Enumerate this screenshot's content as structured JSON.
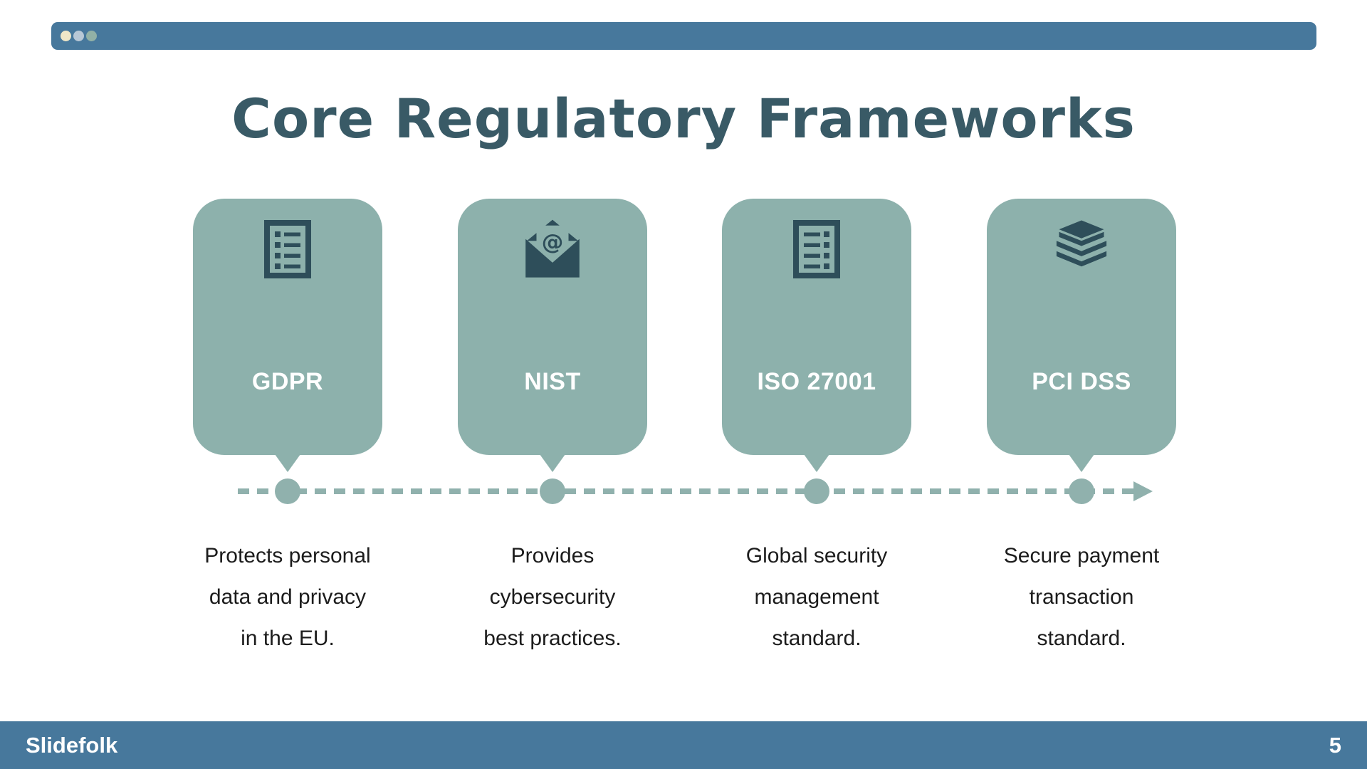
{
  "slide": {
    "title": "Core Regulatory Frameworks",
    "footer": {
      "brand": "Slidefolk",
      "page_number": "5"
    }
  },
  "browser_bar": {
    "dots": [
      "cream",
      "blue-grey",
      "sage"
    ]
  },
  "colors": {
    "steel_blue": "#47789C",
    "card_sage": "#8DB1AC",
    "timeline_sage": "#90B1AD",
    "icon_dark_teal": "#2E4E5A",
    "title_teal": "#395A66",
    "body_text": "#1C1C1C",
    "dot_cream": "#EFE7C8",
    "dot_blue_grey": "#B8C8D6",
    "dot_sage": "#92B1A6"
  },
  "icons": {
    "envelope_at_symbol": "@"
  },
  "frameworks": [
    {
      "label": "GDPR",
      "icon": "checklist-document-icon",
      "description": "Protects personal\ndata and privacy\nin the EU."
    },
    {
      "label": "NIST",
      "icon": "envelope-at-icon",
      "description": "Provides\ncybersecurity\nbest practices."
    },
    {
      "label": "ISO 27001",
      "icon": "document-list-icon",
      "description": "Global security\nmanagement\nstandard."
    },
    {
      "label": "PCI DSS",
      "icon": "book-stack-icon",
      "description": "Secure payment\ntransaction\nstandard."
    }
  ],
  "timeline": {
    "direction": "left-to-right",
    "dot_count": 4
  }
}
